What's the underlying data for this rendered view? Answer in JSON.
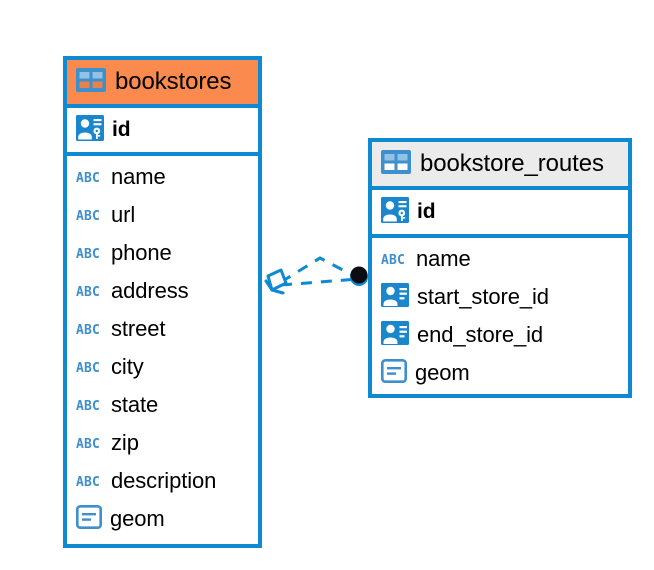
{
  "diagram": {
    "type": "entity-relationship-diagram",
    "background": "#ffffff",
    "accent_color": "#0d8ad1",
    "highlight_color": "#fa8a4d",
    "header_gray": "#ebebeb"
  },
  "entities": [
    {
      "name": "bookstores",
      "header_color": "#fa8a4d",
      "header_icon": "table-icon",
      "primary_key": {
        "label": "id",
        "icon": "primary-key-icon"
      },
      "fields": [
        {
          "label": "name",
          "icon": "text-abc-icon"
        },
        {
          "label": "url",
          "icon": "text-abc-icon"
        },
        {
          "label": "phone",
          "icon": "text-abc-icon"
        },
        {
          "label": "address",
          "icon": "text-abc-icon"
        },
        {
          "label": "street",
          "icon": "text-abc-icon"
        },
        {
          "label": "city",
          "icon": "text-abc-icon"
        },
        {
          "label": "state",
          "icon": "text-abc-icon"
        },
        {
          "label": "zip",
          "icon": "text-abc-icon"
        },
        {
          "label": "description",
          "icon": "text-abc-icon"
        },
        {
          "label": "geom",
          "icon": "geometry-icon"
        }
      ]
    },
    {
      "name": "bookstore_routes",
      "header_color": "#ebebeb",
      "header_icon": "table-icon",
      "primary_key": {
        "label": "id",
        "icon": "primary-key-icon"
      },
      "fields": [
        {
          "label": "name",
          "icon": "text-abc-icon"
        },
        {
          "label": "start_store_id",
          "icon": "foreign-key-icon"
        },
        {
          "label": "end_store_id",
          "icon": "foreign-key-icon"
        },
        {
          "label": "geom",
          "icon": "geometry-icon"
        }
      ]
    }
  ],
  "relationship": {
    "from_entity": "bookstores",
    "to_entity": "bookstore_routes",
    "line_style": "dashed",
    "line_color": "#0d8ad1",
    "source_marker": "diamond-marker",
    "target_marker": "filled-circle-marker",
    "target_marker_color": "#000000"
  }
}
